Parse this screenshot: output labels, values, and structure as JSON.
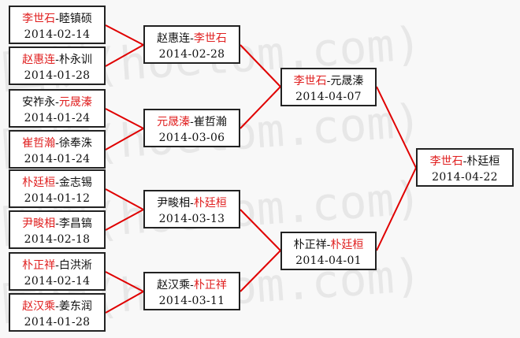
{
  "watermark": "围棋(hoetom.com)",
  "line_color": "#e00000",
  "winner_color": "#e02020",
  "matches": {
    "r1_1": {
      "p1": "李世石",
      "sep": "-",
      "p2": "睦镇硕",
      "winner": 1,
      "date": "2014-02-14"
    },
    "r1_2": {
      "p1": "赵惠连",
      "sep": "-",
      "p2": "朴永训",
      "winner": 1,
      "date": "2014-01-28"
    },
    "r1_3": {
      "p1": "安祚永",
      "sep": "-",
      "p2": "元晟溱",
      "winner": 2,
      "date": "2014-01-24"
    },
    "r1_4": {
      "p1": "崔哲瀚",
      "sep": "-",
      "p2": "徐奉洙",
      "winner": 1,
      "date": "2014-01-24"
    },
    "r1_5": {
      "p1": "朴廷桓",
      "sep": "-",
      "p2": "金志锡",
      "winner": 1,
      "date": "2014-01-12"
    },
    "r1_6": {
      "p1": "尹畯相",
      "sep": "-",
      "p2": "李昌镐",
      "winner": 1,
      "date": "2014-02-18"
    },
    "r1_7": {
      "p1": "朴正祥",
      "sep": "-",
      "p2": "白洪淅",
      "winner": 1,
      "date": "2014-02-14"
    },
    "r1_8": {
      "p1": "赵汉乘",
      "sep": "-",
      "p2": "姜东润",
      "winner": 1,
      "date": "2014-01-28"
    },
    "r2_1": {
      "p1": "赵惠连",
      "sep": "-",
      "p2": "李世石",
      "winner": 2,
      "date": "2014-02-28"
    },
    "r2_2": {
      "p1": "元晟溱",
      "sep": "-",
      "p2": "崔哲瀚",
      "winner": 1,
      "date": "2014-03-06"
    },
    "r2_3": {
      "p1": "尹畯相",
      "sep": "-",
      "p2": "朴廷桓",
      "winner": 2,
      "date": "2014-03-13"
    },
    "r2_4": {
      "p1": "赵汉乘",
      "sep": "-",
      "p2": "朴正祥",
      "winner": 2,
      "date": "2014-03-11"
    },
    "r3_1": {
      "p1": "李世石",
      "sep": "-",
      "p2": "元晟溱",
      "winner": 1,
      "date": "2014-04-07"
    },
    "r3_2": {
      "p1": "朴正祥",
      "sep": "-",
      "p2": "朴廷桓",
      "winner": 2,
      "date": "2014-04-01"
    },
    "final": {
      "p1": "李世石",
      "sep": "-",
      "p2": "朴廷桓",
      "winner": 1,
      "date": "2014-04-22"
    }
  }
}
